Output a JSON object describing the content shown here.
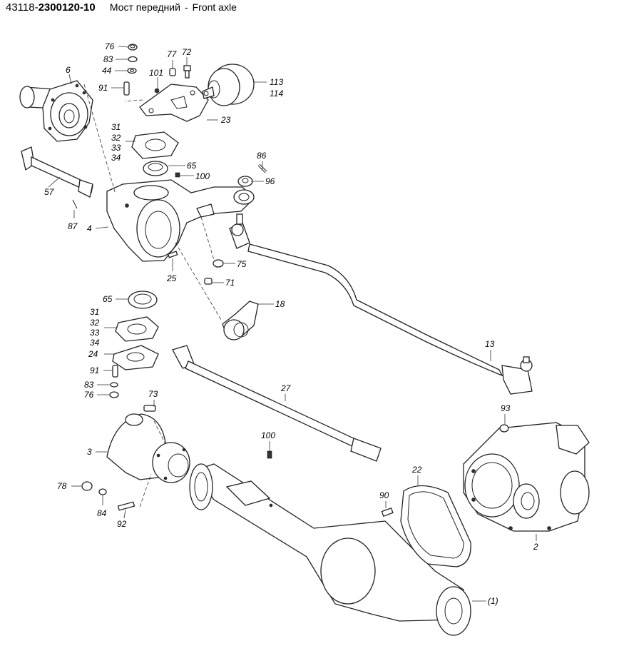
{
  "header": {
    "catalog_prefix": "43118-",
    "catalog_number": "2300120-10",
    "title_ru": "Мост передний",
    "separator": "-",
    "title_en": "Front axle"
  },
  "callouts": [
    {
      "id": "c76a",
      "label": "76"
    },
    {
      "id": "c83a",
      "label": "83"
    },
    {
      "id": "c44",
      "label": "44"
    },
    {
      "id": "c91a",
      "label": "91"
    },
    {
      "id": "c6",
      "label": "6"
    },
    {
      "id": "c77",
      "label": "77"
    },
    {
      "id": "c72",
      "label": "72"
    },
    {
      "id": "c101",
      "label": "101"
    },
    {
      "id": "c113",
      "label": "113"
    },
    {
      "id": "c114",
      "label": "114"
    },
    {
      "id": "c23",
      "label": "23"
    },
    {
      "id": "c31a",
      "label": "31"
    },
    {
      "id": "c32a",
      "label": "32"
    },
    {
      "id": "c33a",
      "label": "33"
    },
    {
      "id": "c34a",
      "label": "34"
    },
    {
      "id": "c65a",
      "label": "65"
    },
    {
      "id": "c100a",
      "label": "100"
    },
    {
      "id": "c86",
      "label": "86"
    },
    {
      "id": "c96",
      "label": "96"
    },
    {
      "id": "c57",
      "label": "57"
    },
    {
      "id": "c87",
      "label": "87"
    },
    {
      "id": "c4",
      "label": "4"
    },
    {
      "id": "c75",
      "label": "75"
    },
    {
      "id": "c25",
      "label": "25"
    },
    {
      "id": "c71",
      "label": "71"
    },
    {
      "id": "c65b",
      "label": "65"
    },
    {
      "id": "c18",
      "label": "18"
    },
    {
      "id": "c31b",
      "label": "31"
    },
    {
      "id": "c32b",
      "label": "32"
    },
    {
      "id": "c33b",
      "label": "33"
    },
    {
      "id": "c34b",
      "label": "34"
    },
    {
      "id": "c24",
      "label": "24"
    },
    {
      "id": "c91b",
      "label": "91"
    },
    {
      "id": "c83b",
      "label": "83"
    },
    {
      "id": "c76b",
      "label": "76"
    },
    {
      "id": "c13",
      "label": "13"
    },
    {
      "id": "c27",
      "label": "27"
    },
    {
      "id": "c73",
      "label": "73"
    },
    {
      "id": "c3",
      "label": "3"
    },
    {
      "id": "c93",
      "label": "93"
    },
    {
      "id": "c100b",
      "label": "100"
    },
    {
      "id": "c22",
      "label": "22"
    },
    {
      "id": "c78",
      "label": "78"
    },
    {
      "id": "c84",
      "label": "84"
    },
    {
      "id": "c92",
      "label": "92"
    },
    {
      "id": "c90",
      "label": "90"
    },
    {
      "id": "c2",
      "label": "2"
    },
    {
      "id": "c1",
      "label": "(1)"
    }
  ]
}
